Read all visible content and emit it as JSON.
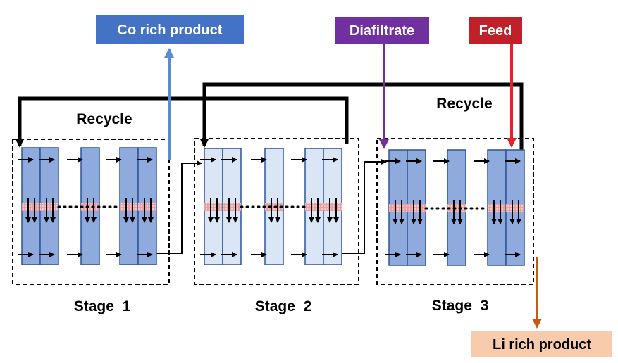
{
  "labels": {
    "co_product": "Co rich product",
    "diafiltrate": "Diafiltrate",
    "feed": "Feed",
    "li_product": "Li rich product",
    "recycle_left": "Recycle",
    "recycle_right": "Recycle",
    "stage1": "Stage  1",
    "stage2": "Stage  2",
    "stage3": "Stage  3"
  },
  "colors": {
    "co_product_box": "#4472c4",
    "diafiltrate_box": "#7030a0",
    "feed_box": "#c0202a",
    "li_product_box": "#f8cbad",
    "co_arrow": "#5b8bd0",
    "diafiltrate_arrow": "#7030a0",
    "feed_arrow": "#e8202a",
    "li_arrow": "#c55a11",
    "module_dark": "#8faadc",
    "module_light": "#dae5f5",
    "module_border": "#2f5597",
    "membrane": "#e8a0a0"
  },
  "stages": [
    {
      "name": "Stage 1",
      "shade": "dark"
    },
    {
      "name": "Stage 2",
      "shade": "light"
    },
    {
      "name": "Stage 3",
      "shade": "dark"
    }
  ]
}
